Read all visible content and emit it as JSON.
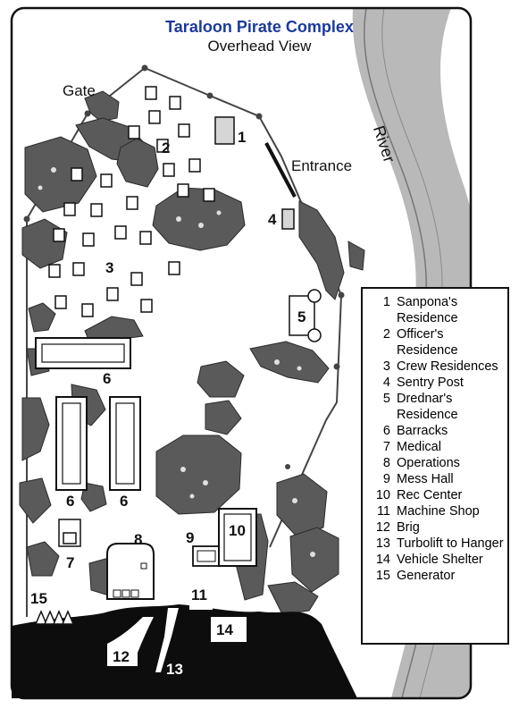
{
  "map": {
    "title": "Taraloon Pirate Complex",
    "subtitle": "Overhead View",
    "labels": {
      "gate": "Gate",
      "entrance": "Entrance",
      "river": "River"
    },
    "markers": {
      "m1": "1",
      "m2": "2",
      "m3": "3",
      "m4": "4",
      "m5": "5",
      "m6a": "6",
      "m6b": "6",
      "m6c": "6",
      "m7": "7",
      "m8": "8",
      "m9": "9",
      "m10": "10",
      "m11": "11",
      "m12": "12",
      "m13": "13",
      "m14": "14",
      "m15": "15"
    },
    "legend": [
      {
        "num": "1",
        "text": "Sanpona's Residence"
      },
      {
        "num": "2",
        "text": "Officer's Residence"
      },
      {
        "num": "3",
        "text": "Crew Residences"
      },
      {
        "num": "4",
        "text": "Sentry Post"
      },
      {
        "num": "5",
        "text": "Drednar's Residence"
      },
      {
        "num": "6",
        "text": "Barracks"
      },
      {
        "num": "7",
        "text": "Medical"
      },
      {
        "num": "8",
        "text": "Operations"
      },
      {
        "num": "9",
        "text": "Mess Hall"
      },
      {
        "num": "10",
        "text": "Rec Center"
      },
      {
        "num": "11",
        "text": "Machine Shop"
      },
      {
        "num": "12",
        "text": "Brig"
      },
      {
        "num": "13",
        "text": "Turbolift to Hanger"
      },
      {
        "num": "14",
        "text": "Vehicle Shelter"
      },
      {
        "num": "15",
        "text": "Generator"
      }
    ],
    "colors": {
      "title": "#1c3a9c",
      "river": "#b9b9b9",
      "trees": "#5a5a5a",
      "cliff": "#0d0d0d"
    }
  }
}
